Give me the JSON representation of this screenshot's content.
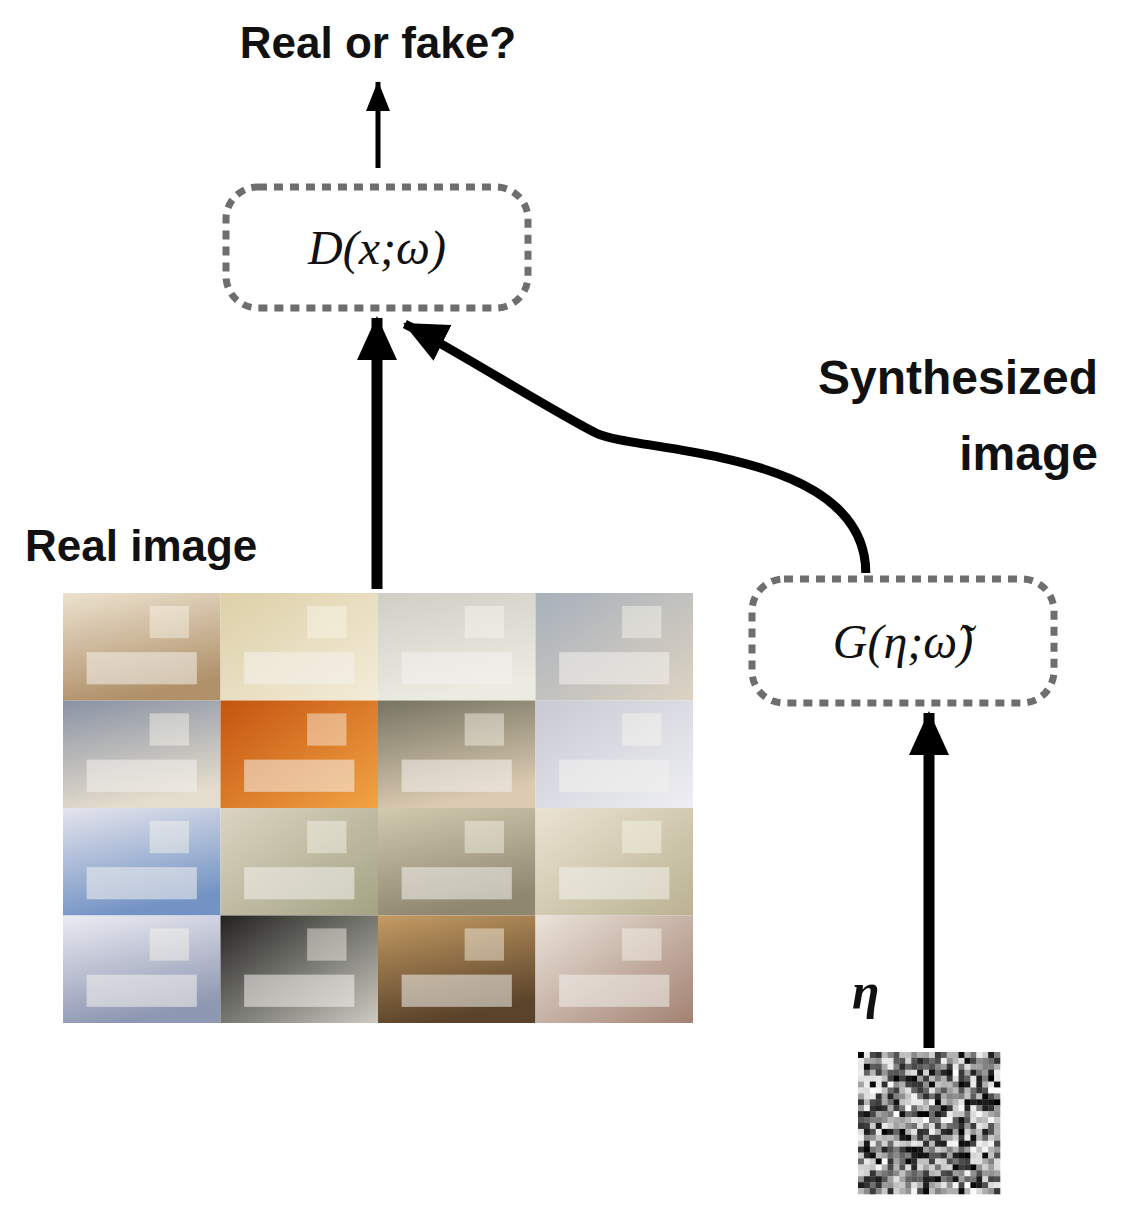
{
  "diagram": {
    "nodes": [
      {
        "text": [
          "D(x;ω)"
        ]
      },
      {
        "text": [
          "G(η;ω̃)"
        ]
      },
      {
        "text": [
          "Real image"
        ]
      },
      {
        "text": [
          "η"
        ]
      }
    ],
    "edges": [
      {
        "from": 2,
        "to": 0,
        "arrow": "to"
      },
      {
        "from": 1,
        "to": 0,
        "label": "Synthesized image",
        "arrow": "to"
      },
      {
        "from": 3,
        "to": 1,
        "arrow": "to"
      }
    ],
    "labels": [
      "Real or fake?"
    ]
  }
}
